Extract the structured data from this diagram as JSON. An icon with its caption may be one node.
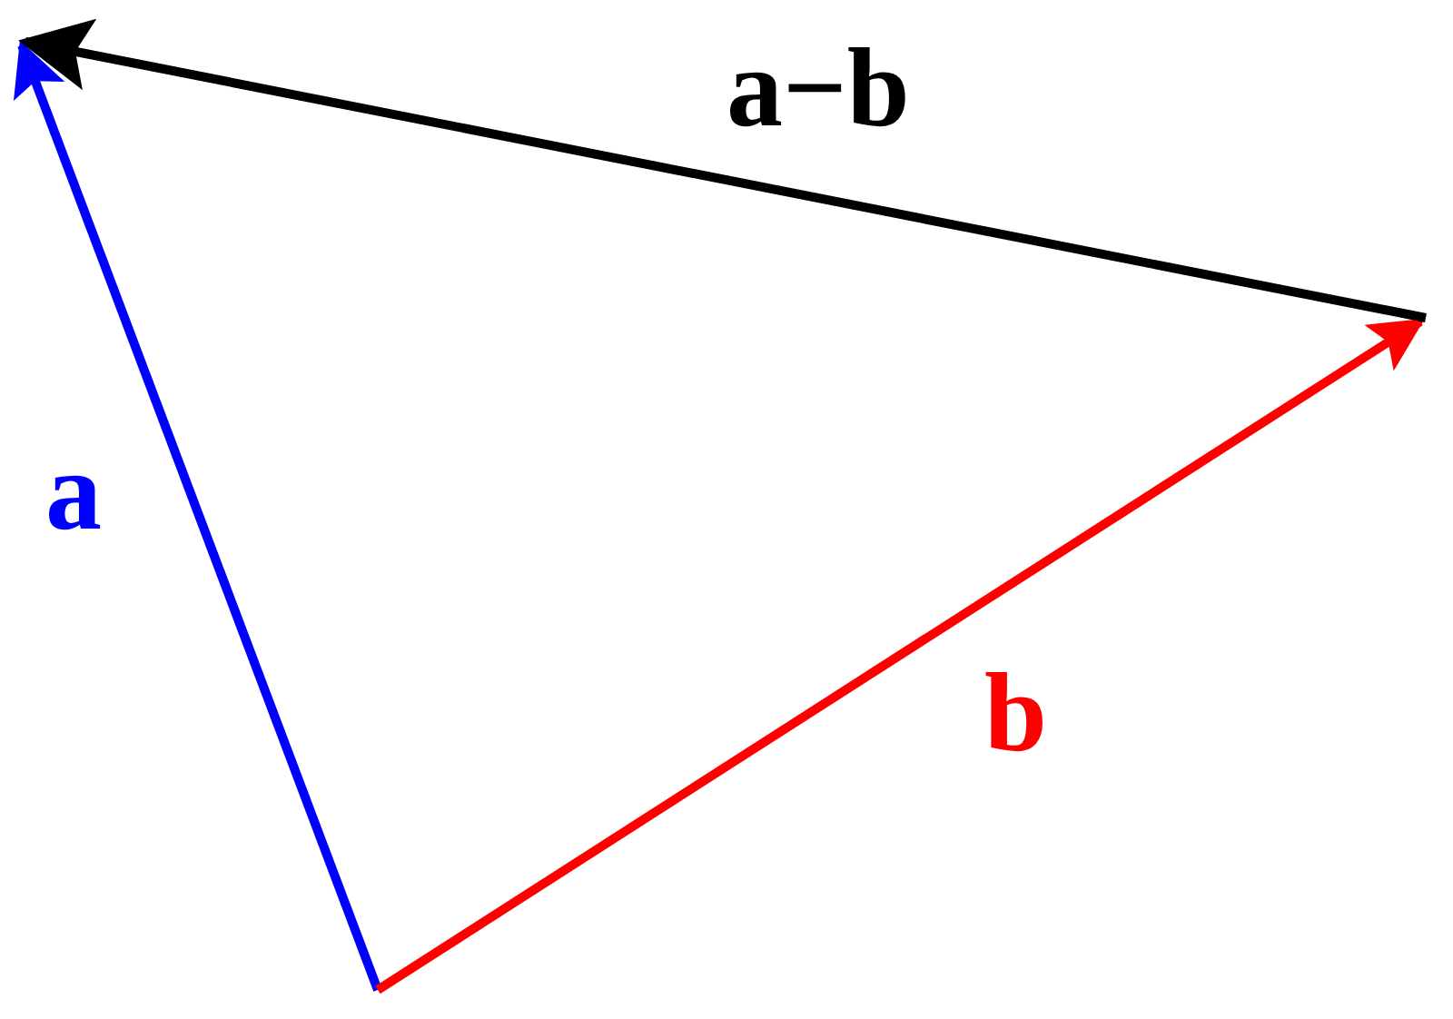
{
  "diagram": {
    "labels": [
      "a",
      "b",
      "a−b"
    ]
  }
}
